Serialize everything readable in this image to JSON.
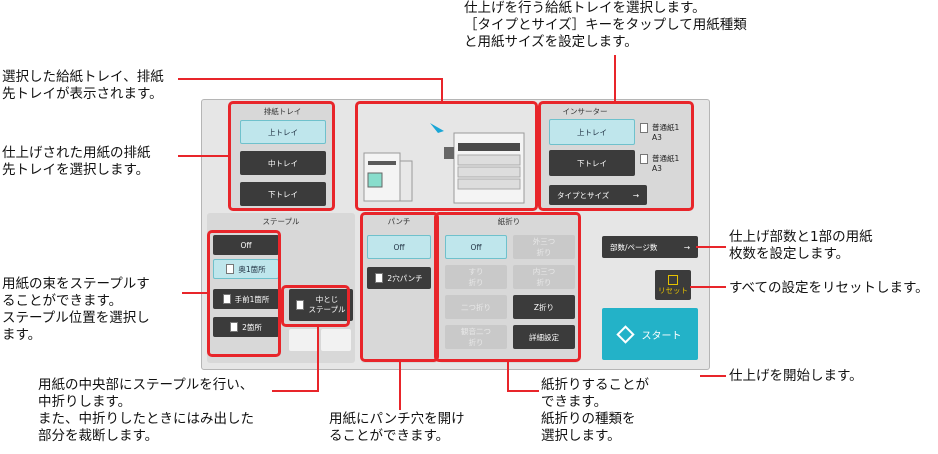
{
  "annotations": {
    "top": "仕上げを行う給紙トレイを選択します。\n［タイプとサイズ］キーをタップして用紙種類\nと用紙サイズを設定します。",
    "left1": "選択した給紙トレイ、排紙\n先トレイが表示されます。",
    "left2": "仕上げされた用紙の排紙\n先トレイを選択します。",
    "left3": "用紙の束をステープルす\nることができます。\nステープル位置を選択し\nます。",
    "bottom1": "用紙の中央部にステープルを行い、\n中折りします。\nまた、中折りしたときにはみ出した\n部分を裁断します。",
    "bottom2": "用紙にパンチ穴を開け\nることができます。",
    "bottom3": "紙折りすることが\nできます。\n紙折りの種類を\n選択します。",
    "right1": "仕上げ部数と1部の用紙\n枚数を設定します。",
    "right2": "すべての設定をリセットします。",
    "right3": "仕上げを開始します。"
  },
  "output_tray": {
    "title": "排紙トレイ",
    "upper": "上トレイ",
    "middle": "中トレイ",
    "lower": "下トレイ"
  },
  "inserter": {
    "title": "インサーター",
    "upper": "上トレイ",
    "lower": "下トレイ",
    "upper_info": "普通紙1\nA3",
    "lower_info": "普通紙1\nA3",
    "type_size": "タイプとサイズ"
  },
  "staple": {
    "title": "ステープル",
    "off": "Off",
    "back1": "奥1箇所",
    "front1": "手前1箇所",
    "two": "2箇所",
    "saddle": "中とじ\nステープル"
  },
  "punch": {
    "title": "パンチ",
    "off": "Off",
    "two_hole": "2穴パンチ"
  },
  "fold": {
    "title": "紙折り",
    "off": "Off",
    "o1": "外三つ\n折り",
    "o2": "すり\n折り",
    "o3": "内三つ\n折り",
    "o4": "二つ折り",
    "o5": "Z折り",
    "o6": "観音二つ\n折り",
    "detail": "詳細設定"
  },
  "copies": "部数/ページ数",
  "reset": "リセット",
  "start": "スタート",
  "colors": {
    "accent": "#e8252a",
    "start": "#23b2c8",
    "selected": "#bfe6ec",
    "reset": "#c4a000"
  }
}
